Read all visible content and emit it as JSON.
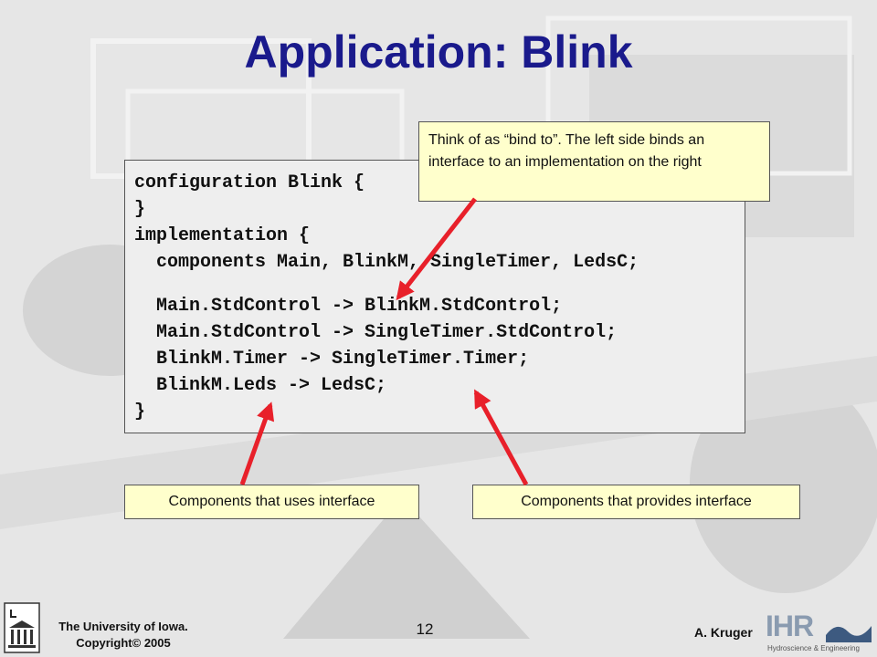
{
  "slide": {
    "title": "Application: Blink",
    "page_number": "12",
    "author": "A. Kruger",
    "footer": {
      "line1": "The University of Iowa.",
      "line2": "Copyright© 2005"
    }
  },
  "code": {
    "lines": [
      "configuration Blink {",
      "}",
      "implementation {",
      "  components Main, BlinkM, SingleTimer, LedsC;",
      "",
      "  Main.StdControl -> BlinkM.StdControl;",
      "  Main.StdControl -> SingleTimer.StdControl;",
      "  BlinkM.Timer -> SingleTimer.Timer;",
      "  BlinkM.Leds -> LedsC;",
      "}"
    ]
  },
  "callouts": {
    "bind_note": "Think of as “bind to”.  The left side binds an interface to an implementation on the right",
    "uses": "Components that uses interface",
    "provides": "Components that provides interface"
  },
  "logos": {
    "ihr": "IHR",
    "ihr_subtitle": "Hydroscience & Engineering"
  },
  "colors": {
    "title": "#1a1a8c",
    "arrow": "#e8202a",
    "callout_bg": "#ffffcc",
    "code_bg": "#eeeeee"
  }
}
